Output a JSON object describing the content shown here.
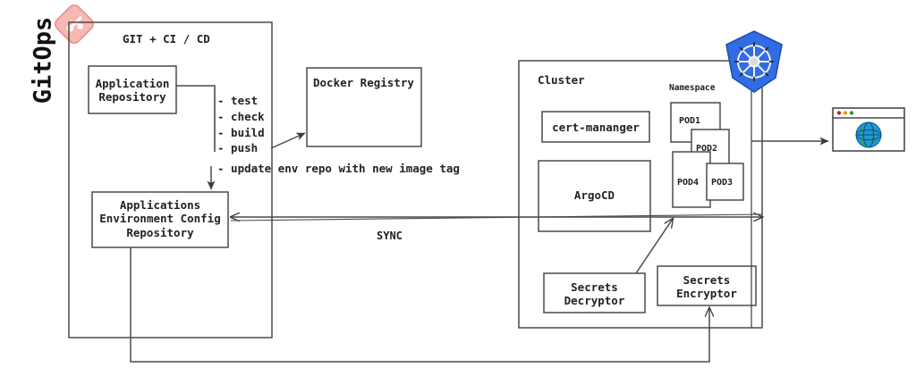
{
  "diagram": {
    "title": "GitOps",
    "type": "architecture-diagram"
  },
  "left_frame": {
    "label": "GIT + CI / CD",
    "boxes": [
      {
        "name": "application-repository",
        "label": "Application\nRepository"
      },
      {
        "name": "applications-environment-config-repository",
        "label": "Applications\nEnvironment Config\nRepository"
      }
    ],
    "pipeline_steps": "- test\n- check\n- build\n- push",
    "update_step": "- update env repo with new image tag"
  },
  "registry": {
    "label": "Docker Registry"
  },
  "cluster": {
    "label": "Cluster",
    "namespace_label": "Namespace",
    "boxes": [
      {
        "name": "cert-manager",
        "label": "cert-mananger"
      },
      {
        "name": "argocd",
        "label": "ArgoCD"
      },
      {
        "name": "secrets-decryptor",
        "label": "Secrets\nDecryptor"
      },
      {
        "name": "secrets-encryptor",
        "label": "Secrets\nEncryptor"
      }
    ],
    "pods": [
      {
        "name": "pod1",
        "label": "POD1"
      },
      {
        "name": "pod2",
        "label": "POD2"
      },
      {
        "name": "pod3",
        "label": "POD3"
      },
      {
        "name": "pod4",
        "label": "POD4"
      }
    ]
  },
  "connections": {
    "sync_label": "SYNC"
  },
  "icons": {
    "git": "git-logo-icon",
    "kubernetes": "kubernetes-logo-icon",
    "browser": "browser-window-icon",
    "globe": "globe-icon"
  },
  "colors": {
    "stroke": "#3a3a3a",
    "git_badge": "#f2a6a0",
    "kubernetes_blue": "#326ce5",
    "globe_blue": "#2196d8",
    "globe_green": "#3aa03a",
    "dot_red": "#cc2222",
    "dot_yellow": "#d8a21a",
    "dot_green": "#2a9a2a",
    "background": "#ffffff"
  }
}
